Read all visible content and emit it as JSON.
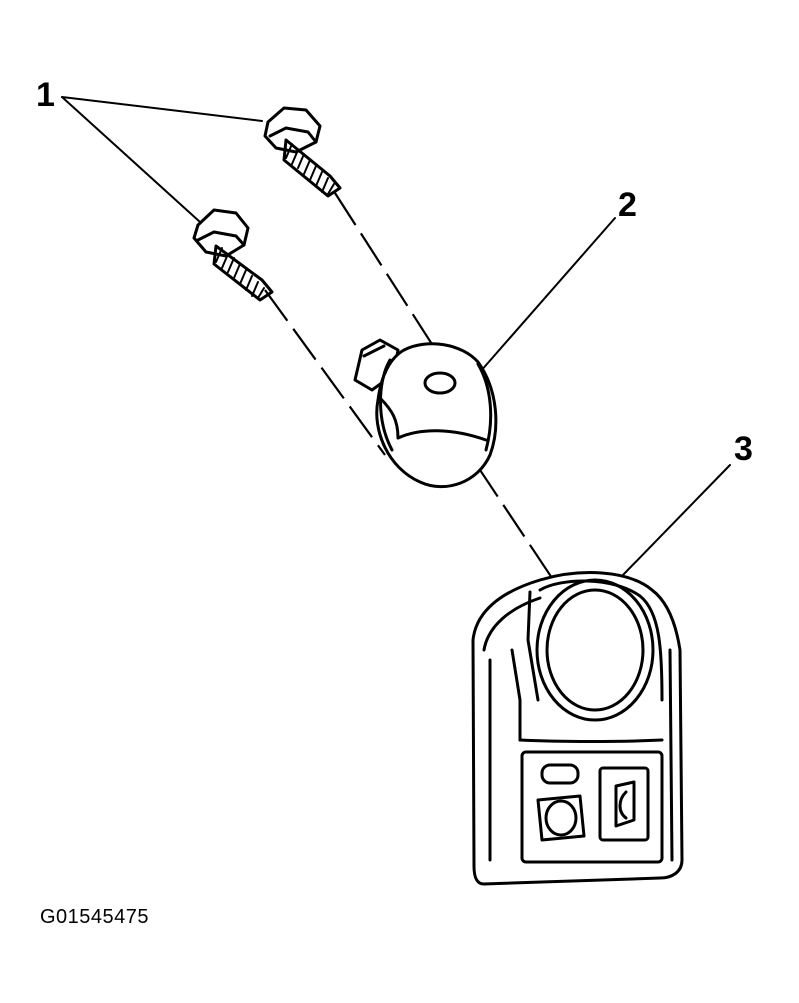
{
  "callouts": {
    "bolts": "1",
    "mount": "2",
    "bezel": "3"
  },
  "figure_id": "G01545475"
}
